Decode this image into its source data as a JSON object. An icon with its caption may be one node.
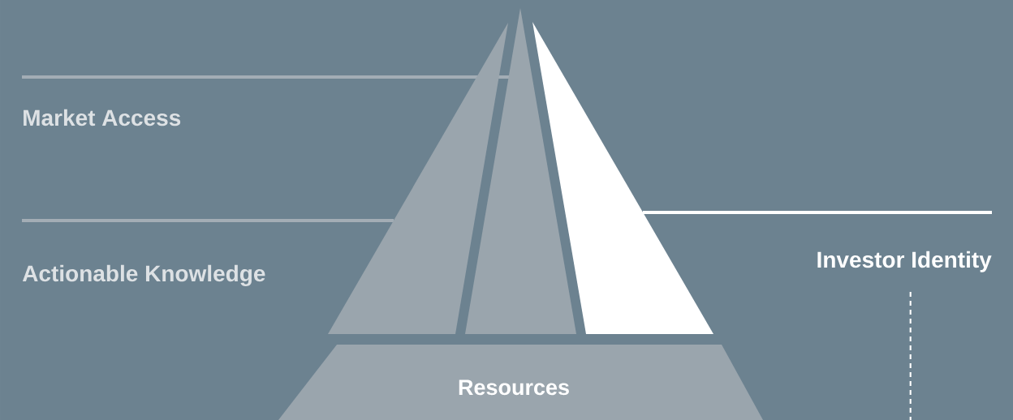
{
  "diagram": {
    "nodes": [
      {
        "text": [
          "Market Access"
        ]
      },
      {
        "text": [
          "Actionable Knowledge"
        ]
      },
      {
        "text": [
          "Investor Identity"
        ]
      },
      {
        "text": [],
        "shape": "triangle"
      },
      {
        "text": [],
        "shape": "triangle"
      },
      {
        "text": [],
        "shape": "triangle"
      },
      {
        "text": [
          "Resources"
        ]
      }
    ],
    "edges": [
      {
        "from": 0,
        "to": 4,
        "arrow": "none",
        "color": "#a3adb5"
      },
      {
        "from": 1,
        "to": 3,
        "arrow": "none",
        "color": "#a3adb5"
      },
      {
        "from": 2,
        "to": 5,
        "arrow": "none",
        "color": "#ffffff"
      },
      {
        "from": 2,
        "to": null,
        "arrow": "none",
        "style": "dashed",
        "color": "#ffffff"
      }
    ]
  }
}
